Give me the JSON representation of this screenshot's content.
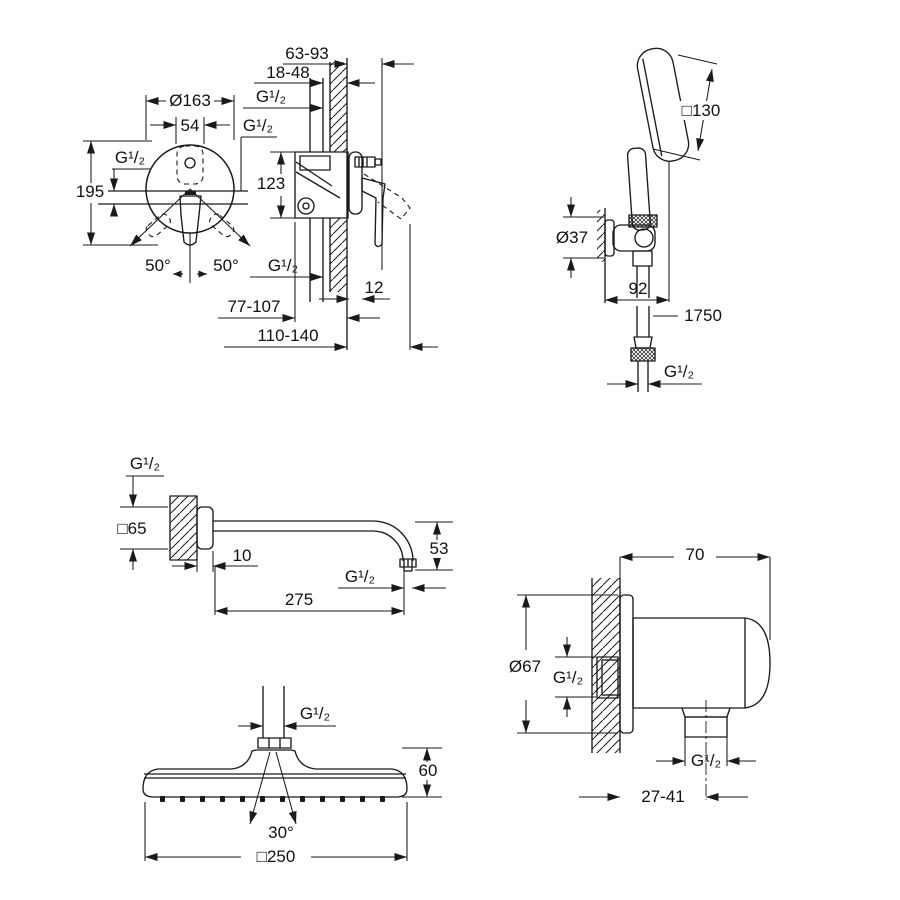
{
  "title": "Shower set technical dimensional drawing",
  "colors": {
    "background": "#ffffff",
    "line": "#1a1a1a"
  },
  "drawings": {
    "mixer": {
      "name": "concealed single-lever bath mixer",
      "labels": {
        "depth_total": "63-93",
        "depth_rough": "18-48",
        "thread_top": "G¹/₂",
        "plate_diameter": "Ø163",
        "cartridge_width": "54",
        "thread_right": "G¹/₂",
        "thread_left": "G¹/₂",
        "height": "195",
        "body_height": "123",
        "angle_left": "50°",
        "angle_right": "50°",
        "thread_bottom": "G¹/₂",
        "plate_thickness": "12",
        "depth_min": "77-107",
        "depth_max": "110-140"
      }
    },
    "handshower": {
      "name": "hand shower with wall holder and hose",
      "labels": {
        "head_size": "□130",
        "holder_diameter": "Ø37",
        "bracket_projection": "92",
        "hose_length": "1750",
        "hose_thread": "G¹/₂"
      }
    },
    "arm": {
      "name": "wall-mounted shower arm",
      "labels": {
        "wall_thread": "G¹/₂",
        "flange_size": "□65",
        "flange_depth": "10",
        "drop_height": "53",
        "outlet_thread": "G¹/₂",
        "projection": "275"
      }
    },
    "union": {
      "name": "shower outlet wall union",
      "labels": {
        "projection": "70",
        "flange_diameter": "Ø67",
        "inlet_thread": "G¹/₂",
        "outlet_thread": "G¹/₂",
        "wall_depth_range": "27-41"
      }
    },
    "headshower": {
      "name": "overhead rain shower",
      "labels": {
        "inlet_thread": "G¹/₂",
        "height": "60",
        "spray_angle": "30°",
        "size": "□250"
      }
    }
  }
}
